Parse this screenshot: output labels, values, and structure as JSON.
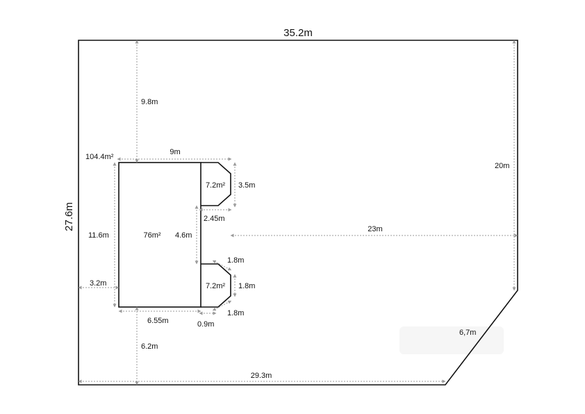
{
  "plot": {
    "width": "35.2m",
    "depth": "27.6m",
    "corner_edge": "6,7m",
    "dist_right_edge": "20m",
    "dist_bottom_edge": "29.3m"
  },
  "house": {
    "total_area": "104.4m²",
    "main_area": "76m²",
    "width": "9m",
    "height": "11.6m",
    "front_width": "6.55m",
    "setback_top": "9.8m",
    "setback_left": "3.2m",
    "setback_bottom": "6.2m",
    "setback_right": "23m",
    "gap_between_bays": "4.6m"
  },
  "bay_top": {
    "area": "7.2m²",
    "height": "3.5m",
    "width": "2.45m"
  },
  "bay_bottom": {
    "area": "7.2m²",
    "side_top": "1.8m",
    "side_mid": "1.8m",
    "side_bottom": "1.8m",
    "depth": "0.9m"
  },
  "colors": {
    "line": "#111111",
    "dimension": "#9a9a9a"
  }
}
